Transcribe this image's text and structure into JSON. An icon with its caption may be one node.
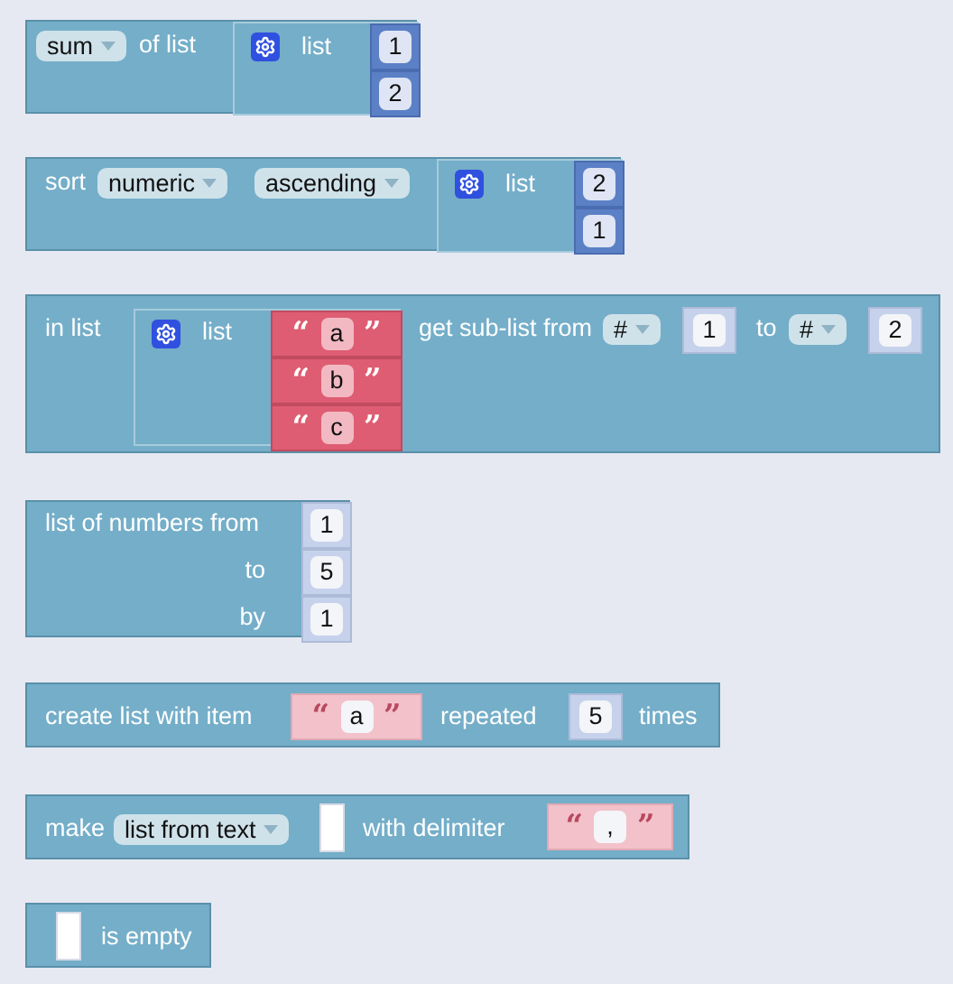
{
  "diagram": {
    "nodes": [
      {
        "text": [
          "sum",
          "of list"
        ]
      },
      {
        "text": [
          "list"
        ],
        "in": 0
      },
      {
        "text": [
          "1"
        ],
        "in": 1
      },
      {
        "text": [
          "2"
        ],
        "in": 1
      },
      {
        "text": [
          "sort",
          "numeric",
          "ascending"
        ]
      },
      {
        "text": [
          "list"
        ],
        "in": 4
      },
      {
        "text": [
          "2"
        ],
        "in": 5
      },
      {
        "text": [
          "1"
        ],
        "in": 5
      },
      {
        "text": [
          "in list",
          "get sub-list from",
          "#",
          "to",
          "#"
        ]
      },
      {
        "text": [
          "list"
        ],
        "in": 8
      },
      {
        "text": [
          "“",
          "a",
          "”"
        ],
        "in": 9
      },
      {
        "text": [
          "“",
          "b",
          "”"
        ],
        "in": 9
      },
      {
        "text": [
          "“",
          "c",
          "”"
        ],
        "in": 9
      },
      {
        "text": [
          "1"
        ],
        "in": 8
      },
      {
        "text": [
          "2"
        ],
        "in": 8
      },
      {
        "text": [
          "list of numbers from",
          "to",
          "by"
        ]
      },
      {
        "text": [
          "1"
        ],
        "in": 15
      },
      {
        "text": [
          "5"
        ],
        "in": 15
      },
      {
        "text": [
          "1"
        ],
        "in": 15
      },
      {
        "text": [
          "create list with item",
          "repeated",
          "times"
        ]
      },
      {
        "text": [
          "“",
          "a",
          "”"
        ],
        "in": 19
      },
      {
        "text": [
          "5"
        ],
        "in": 19
      },
      {
        "text": [
          "make",
          "list from text",
          "with delimiter"
        ]
      },
      {
        "text": [],
        "shape": "box",
        "in": 22
      },
      {
        "text": [
          "“",
          ",",
          "”"
        ],
        "in": 22
      },
      {
        "text": [
          "is empty"
        ]
      },
      {
        "text": [],
        "shape": "box",
        "in": 25
      }
    ]
  }
}
